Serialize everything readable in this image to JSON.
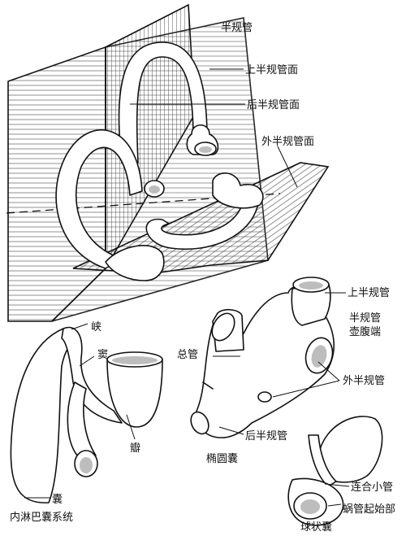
{
  "labels": {
    "title": "半规管",
    "superior_plane": "上半规管面",
    "posterior_plane": "后半规管面",
    "lateral_plane": "外半规管面",
    "superior_canal": "上半规管",
    "ampulla_1": "半规管",
    "ampulla_2": "壶腹端",
    "common_crus": "总管",
    "lateral_canal": "外半规管",
    "posterior_canal": "后半规管",
    "utricle": "椭圆囊",
    "isthmus": "峡",
    "sinus": "窦",
    "valve": "瓣",
    "sac": "囊",
    "endolymph_system": "内淋巴囊系统",
    "ductus_reuniens": "连合小管",
    "cochlear_duct_start": "蜗管起始部",
    "saccule": "球状囊"
  }
}
